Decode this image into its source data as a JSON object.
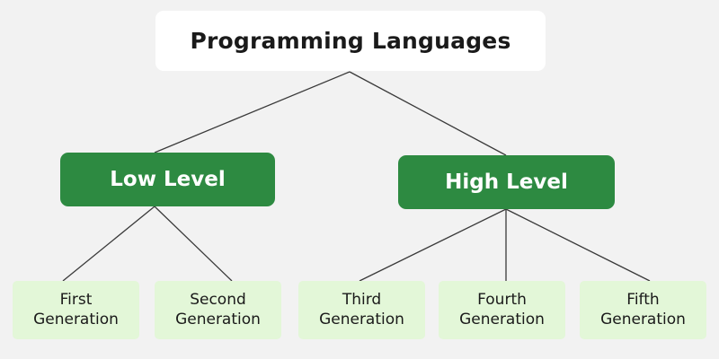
{
  "diagram": {
    "type": "tree",
    "background_color": "#f2f2f2",
    "root": {
      "label": "Programming Languages",
      "fill": "#ffffff",
      "text_color": "#1a1a1a"
    },
    "branches": [
      {
        "label": "Low Level",
        "fill": "#2d8a41",
        "text_color": "#ffffff"
      },
      {
        "label": "High Level",
        "fill": "#2d8a41",
        "text_color": "#ffffff"
      }
    ],
    "leaves": [
      {
        "label": "First\nGeneration",
        "parent": "Low Level",
        "fill": "#e3f7d8",
        "text_color": "#1a1a1a"
      },
      {
        "label": "Second\nGeneration",
        "parent": "Low Level",
        "fill": "#e3f7d8",
        "text_color": "#1a1a1a"
      },
      {
        "label": "Third\nGeneration",
        "parent": "High Level",
        "fill": "#e3f7d8",
        "text_color": "#1a1a1a"
      },
      {
        "label": "Fourth\nGeneration",
        "parent": "High Level",
        "fill": "#e3f7d8",
        "text_color": "#1a1a1a"
      },
      {
        "label": "Fifth\nGeneration",
        "parent": "High Level",
        "fill": "#e3f7d8",
        "text_color": "#1a1a1a"
      }
    ],
    "connector_color": "#3a3a3a"
  }
}
